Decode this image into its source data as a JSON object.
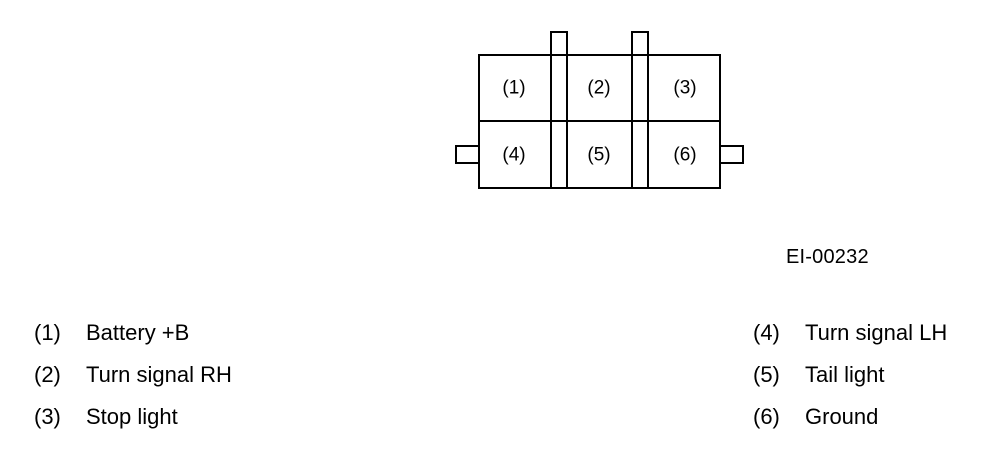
{
  "connector": {
    "pins": [
      {
        "id": "pin-1",
        "label": "(1)"
      },
      {
        "id": "pin-2",
        "label": "(2)"
      },
      {
        "id": "pin-3",
        "label": "(3)"
      },
      {
        "id": "pin-4",
        "label": "(4)"
      },
      {
        "id": "pin-5",
        "label": "(5)"
      },
      {
        "id": "pin-6",
        "label": "(6)"
      }
    ]
  },
  "figure_code": "EI-00232",
  "legend": {
    "left": [
      {
        "num": "(1)",
        "text": "Battery +B"
      },
      {
        "num": "(2)",
        "text": "Turn signal RH"
      },
      {
        "num": "(3)",
        "text": "Stop light"
      }
    ],
    "right": [
      {
        "num": "(4)",
        "text": "Turn signal LH"
      },
      {
        "num": "(5)",
        "text": "Tail light"
      },
      {
        "num": "(6)",
        "text": "Ground"
      }
    ]
  }
}
